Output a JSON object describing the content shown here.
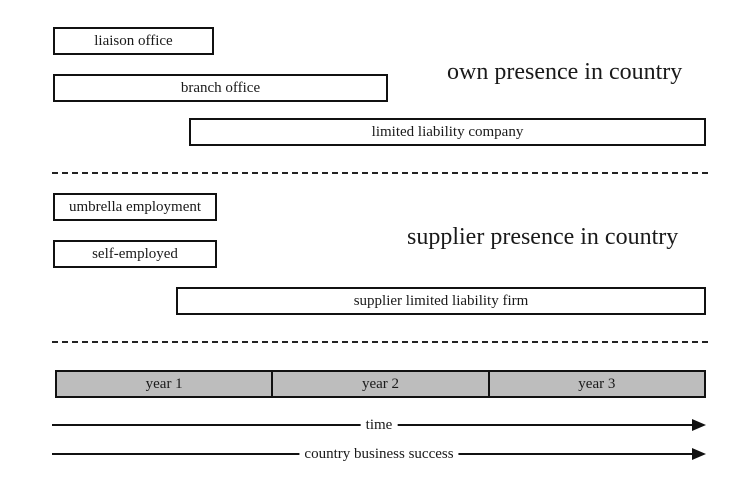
{
  "own_presence": {
    "heading": "own presence in country",
    "items": [
      {
        "label": "liaison office"
      },
      {
        "label": "branch office"
      },
      {
        "label": "limited liability company"
      }
    ]
  },
  "supplier_presence": {
    "heading": "supplier presence in country",
    "items": [
      {
        "label": "umbrella employment"
      },
      {
        "label": "self-employed"
      },
      {
        "label": "supplier limited liability firm"
      }
    ]
  },
  "timeline": {
    "years": [
      "year 1",
      "year 2",
      "year 3"
    ],
    "arrows": [
      {
        "label": "time"
      },
      {
        "label": "country business success"
      }
    ]
  }
}
